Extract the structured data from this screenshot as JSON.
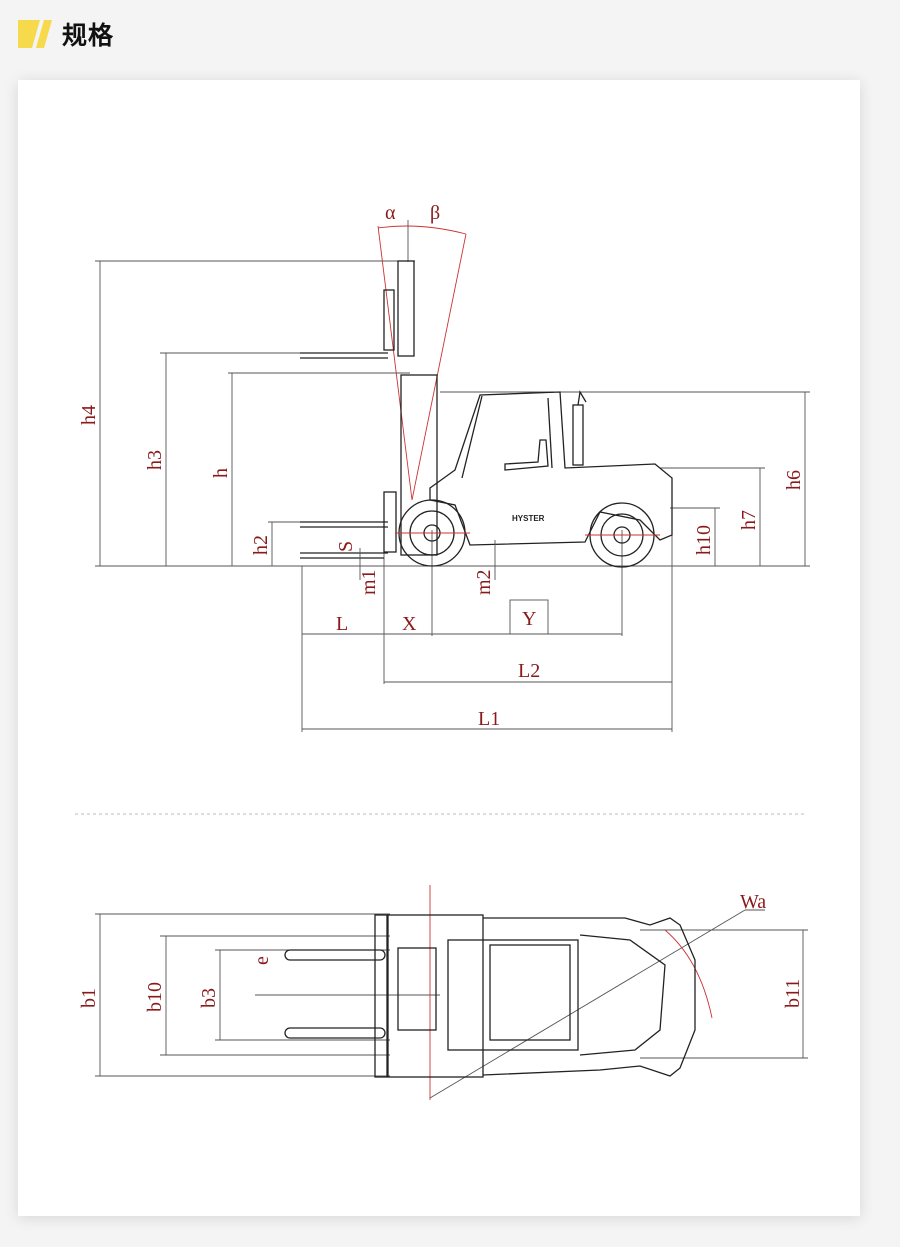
{
  "header": {
    "title": "规格",
    "accent_color": "#f7d94c"
  },
  "side_view": {
    "labels": {
      "alpha": "α",
      "beta": "β",
      "h4": "h4",
      "h3": "h3",
      "h": "h",
      "h2": "h2",
      "s": "S",
      "m1": "m1",
      "m2": "m2",
      "h10": "h10",
      "h7": "h7",
      "h6": "h6",
      "l": "L",
      "x": "X",
      "y": "Y",
      "l2": "L2",
      "l1": "L1"
    },
    "brand": "HYSTER"
  },
  "top_view": {
    "labels": {
      "wa": "Wa",
      "e": "e",
      "b1": "b1",
      "b10": "b10",
      "b3": "b3",
      "b11": "b11"
    }
  },
  "colors": {
    "dimension_label": "#8a1a1a",
    "line": "#222222"
  }
}
